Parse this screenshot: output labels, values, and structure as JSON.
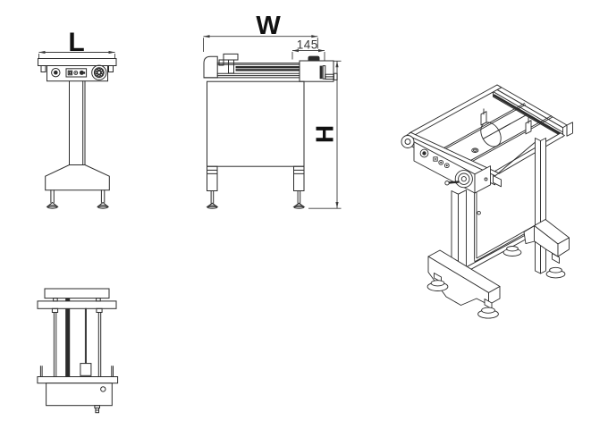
{
  "drawing": {
    "type": "engineering-drawing",
    "labels": {
      "length": "L",
      "width": "W",
      "height": "H",
      "motor_housing_width": "145"
    },
    "colors": {
      "line": "#2b2b2b",
      "dimension": "#3a3a3a",
      "text": "#111111",
      "background": "#ffffff"
    }
  }
}
